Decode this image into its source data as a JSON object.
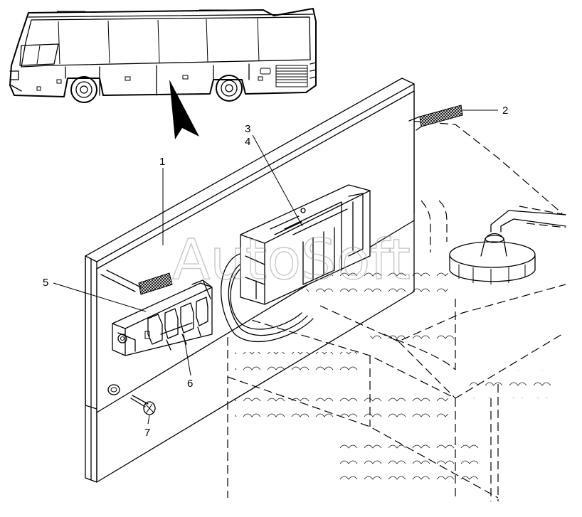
{
  "watermark": "AutoSoft",
  "callouts": [
    {
      "id": "1",
      "label": "1"
    },
    {
      "id": "2",
      "label": "2"
    },
    {
      "id": "3",
      "label": "3"
    },
    {
      "id": "4",
      "label": "4"
    },
    {
      "id": "5",
      "label": "5"
    },
    {
      "id": "6",
      "label": "6"
    },
    {
      "id": "7",
      "label": "7"
    }
  ],
  "icons": {
    "bus": "bus-side-view-icon",
    "arrow": "view-direction-arrow-icon"
  },
  "colors": {
    "line": "#000000",
    "background": "#ffffff",
    "watermark": "#9a9a9a"
  }
}
